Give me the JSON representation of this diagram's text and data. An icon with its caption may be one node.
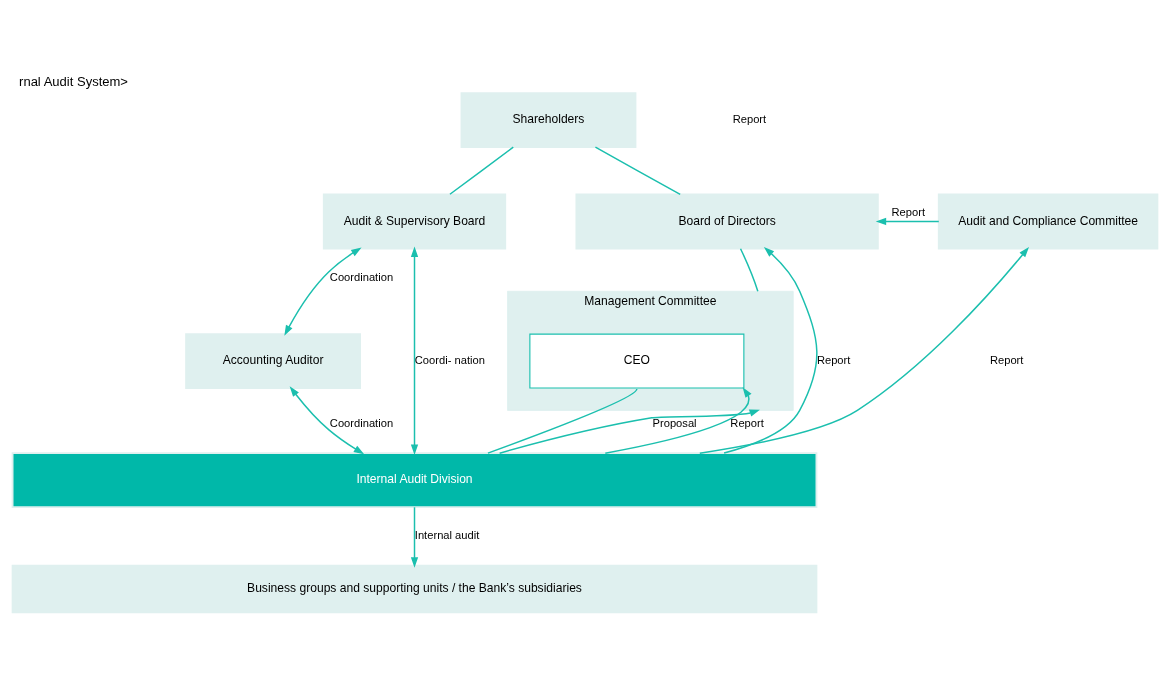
{
  "diagram": {
    "title": "rnal Audit System>",
    "nodes": [
      {
        "text": [
          "Shareholders"
        ]
      },
      {
        "text": [
          "Audit & Supervisory Board"
        ]
      },
      {
        "text": [
          "Board of Directors"
        ]
      },
      {
        "text": [
          "Audit and Compliance Committee"
        ]
      },
      {
        "text": [
          "Accounting Auditor"
        ]
      },
      {
        "text": [
          "Management Committee"
        ]
      },
      {
        "text": [
          "CEO"
        ],
        "in": 5
      },
      {
        "text": [
          "Internal Audit Division"
        ]
      },
      {
        "text": [
          "Business groups and supporting units / the Bank’s subsidiaries"
        ]
      }
    ],
    "edges": [
      {
        "from": 0,
        "to": 1,
        "arrow": "none"
      },
      {
        "from": 0,
        "to": 2,
        "arrow": "none"
      },
      {
        "from": 3,
        "to": 2,
        "arrow": "to",
        "label": "Report"
      },
      {
        "from": 1,
        "to": 4,
        "arrow": "both",
        "label": "Coordination"
      },
      {
        "from": 1,
        "to": 7,
        "arrow": "both",
        "label": "Coordi- nation"
      },
      {
        "from": 2,
        "to": 5,
        "arrow": "none"
      },
      {
        "from": 4,
        "to": 7,
        "arrow": "both",
        "label": "Coordination"
      },
      {
        "from": 7,
        "to": 2,
        "arrow": "to",
        "label": "Report"
      },
      {
        "from": 7,
        "to": 5,
        "arrow": "to",
        "label": "Proposal"
      },
      {
        "from": 6,
        "to": 7,
        "arrow": "none"
      },
      {
        "from": 7,
        "to": 6,
        "arrow": "to",
        "label": "Report"
      },
      {
        "from": 7,
        "to": 3,
        "arrow": "to",
        "label": "Report"
      },
      {
        "from": 7,
        "to": 8,
        "arrow": "to",
        "label": "Internal audit"
      }
    ],
    "labels": [
      "Report"
    ]
  }
}
